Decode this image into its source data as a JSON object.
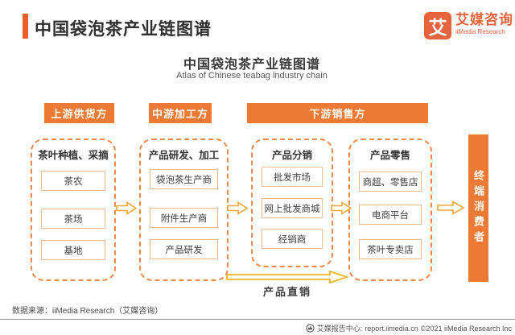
{
  "colors": {
    "accent_orange": "#EC7A35",
    "logo_orange": "#E5643F",
    "dashed_border": "#EE8A4C",
    "item_border": "#F2BD9A",
    "arrow_stroke": "#F0A73A"
  },
  "header": {
    "title": "中国袋泡茶产业链图谱"
  },
  "logo": {
    "mark": "艾",
    "name_cn": "艾媒咨询",
    "name_en": "iiMedia Research"
  },
  "diagram": {
    "title": "中国袋泡茶产业链图谱",
    "subtitle": "Atlas of Chinese teabag industry chain",
    "stages": [
      {
        "label": "上游供货方"
      },
      {
        "label": "中游加工方"
      },
      {
        "label": "下游销售方"
      }
    ],
    "columns": [
      {
        "header": "茶叶种植、采摘",
        "items": [
          "茶农",
          "茶场",
          "基地"
        ]
      },
      {
        "header": "产品研发、加工",
        "items": [
          "袋泡茶生产商",
          "附件生产商",
          "产品研发"
        ]
      },
      {
        "header": "产品分销",
        "items": [
          "批发市场",
          "网上批发商城",
          "经销商"
        ]
      },
      {
        "header": "产品零售",
        "items": [
          "商超、零售店",
          "电商平台",
          "茶叶专卖店"
        ]
      }
    ],
    "direct_sales_label": "产品直销",
    "consumer_label": "终端消费者"
  },
  "footer": {
    "source": "数据来源：iiMedia Research（艾媒咨询）",
    "report_center": "艾媒报告中心:",
    "report_url": "report.iimedia.cn",
    "copyright": "©2021 iiMedia Research Inc"
  }
}
